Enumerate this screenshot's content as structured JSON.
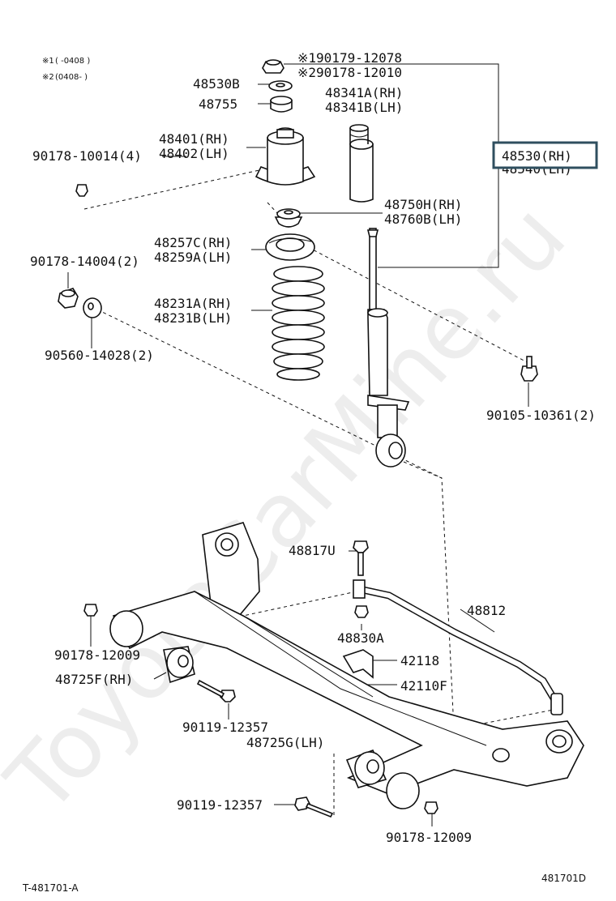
{
  "diagram": {
    "watermark": "ToyotaCarMine.ru",
    "notes": [
      {
        "mark": "※1",
        "range": "(     -0408 )"
      },
      {
        "mark": "※2",
        "range": "(0408-      )"
      }
    ],
    "footer_left": "T-481701-A",
    "footer_right": "481701D",
    "labels": {
      "p1": "※190179-12078",
      "p2": "※290178-12010",
      "p3": "48530B",
      "p4": "48341A(RH)",
      "p5": "48341B(LH)",
      "p6": "48755",
      "p7": "48401(RH)",
      "p8": "48402(LH)",
      "p9": "90178-10014(4)",
      "p10": "48530(RH)",
      "p11": "48540(LH)",
      "p12": "48750H(RH)",
      "p13": "48760B(LH)",
      "p14": "48257C(RH)",
      "p15": "48259A(LH)",
      "p16": "90178-14004(2)",
      "p17": "48231A(RH)",
      "p18": "48231B(LH)",
      "p19": "90560-14028(2)",
      "p20": "90105-10361(2)",
      "p21": "48817U",
      "p22": "48812",
      "p23": "48830A",
      "p24": "90178-12009",
      "p25": "42118",
      "p26": "48725F(RH)",
      "p27": "42110F",
      "p28": "90119-12357",
      "p29": "48725G(LH)",
      "p30": "90119-12357",
      "p31": "90178-12009"
    }
  }
}
